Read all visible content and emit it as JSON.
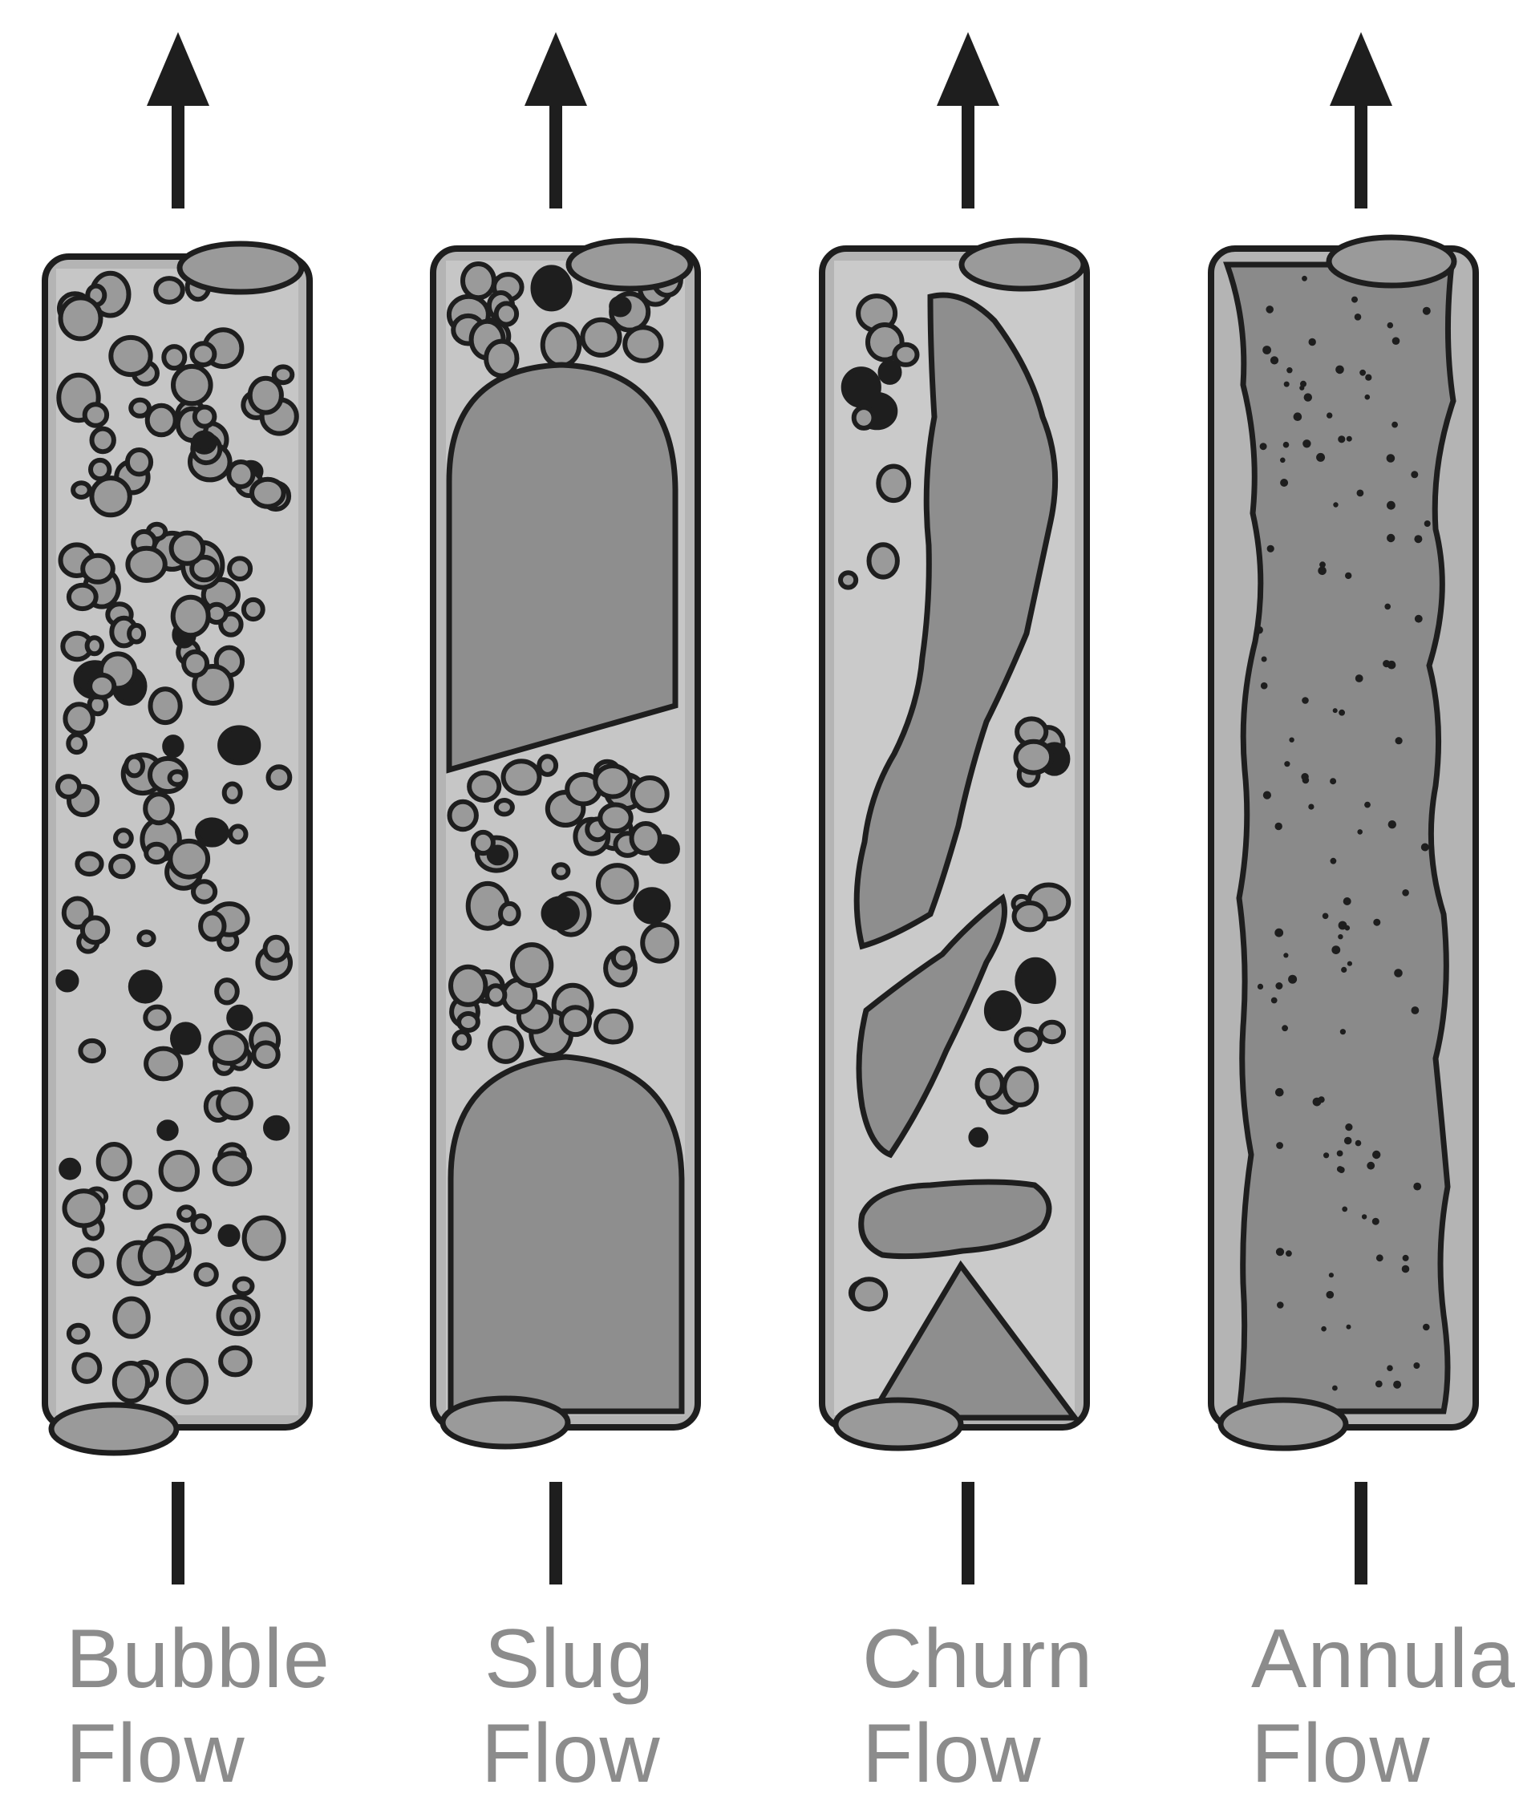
{
  "diagram": {
    "regimes": [
      {
        "id": "bubble",
        "line1": "Bubble",
        "line2": "Flow"
      },
      {
        "id": "slug",
        "line1": "Slug",
        "line2": "Flow"
      },
      {
        "id": "churn",
        "line1": "Churn",
        "line2": "Flow"
      },
      {
        "id": "annular",
        "line1": "Annular",
        "line2": "Flow"
      }
    ],
    "colors": {
      "pipe_wall": "#b4b4b4",
      "liquid": "#c3c3c3",
      "gas": "#8a8a8a",
      "outline": "#1e1e1e",
      "label": "#8c8c8c"
    }
  }
}
